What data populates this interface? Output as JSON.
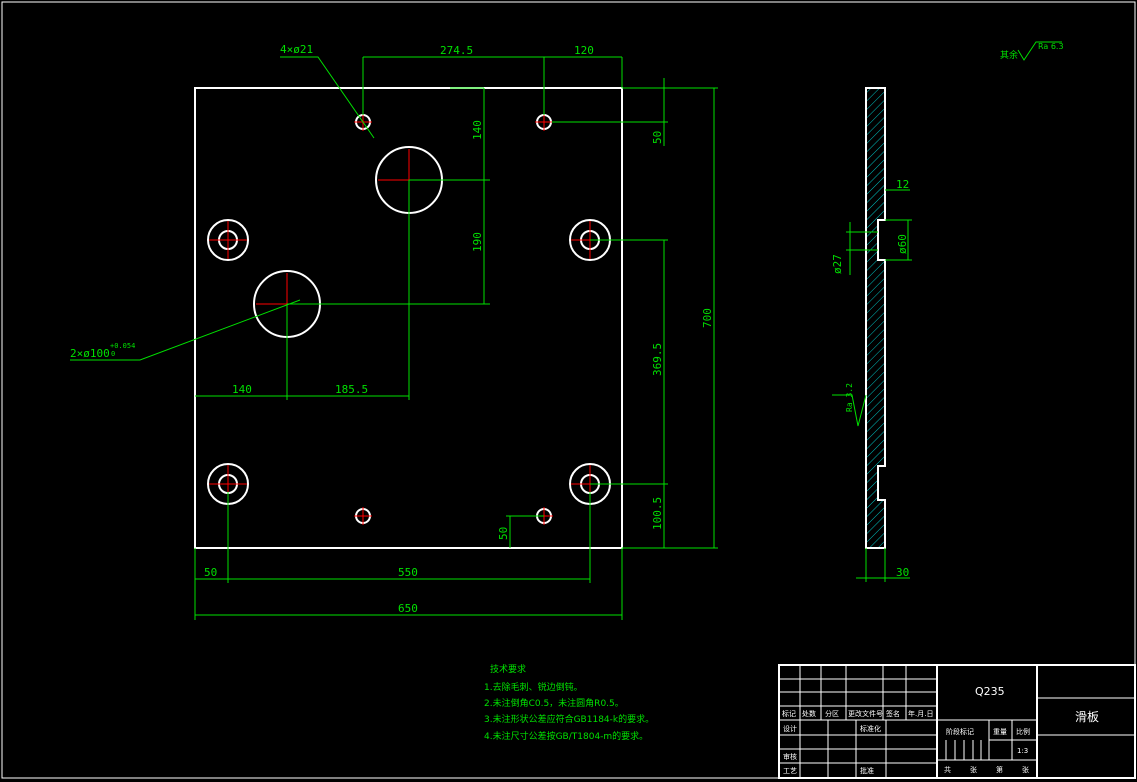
{
  "colors": {
    "background": "#000000",
    "outline": "#ffffff",
    "dimension": "#00e000",
    "center_mark": "#ff0000",
    "hatch": "#00c0c0"
  },
  "dimensions": {
    "hole_small_callout": "4×ø21",
    "hole_large_callout": "2×ø100",
    "hole_large_tol": "+0.054",
    "hole_large_tol_low": "0",
    "top_274_5": "274.5",
    "top_120": "120",
    "d_140_v": "140",
    "d_190": "190",
    "d_50_right": "50",
    "d_700": "700",
    "d_369_5": "369.5",
    "d_100_5": "100.5",
    "d_140_h": "140",
    "d_185_5": "185.5",
    "d_50_bottom_v": "50",
    "d_50_left": "50",
    "d_550": "550",
    "d_650": "650",
    "side_12": "12",
    "side_60": "ø60",
    "side_27": "ø27",
    "side_30": "30",
    "side_rough": "Ra 3.2"
  },
  "surface_note": {
    "prefix": "其余",
    "value": "Ra 6.3"
  },
  "tech_requirements": {
    "title": "技术要求",
    "items": [
      "1.去除毛刺、锐边倒钝。",
      "2.未注倒角C0.5，未注圆角R0.5。",
      "3.未注形状公差应符合GB1184-k的要求。",
      "4.未注尺寸公差按GB/T1804-m的要求。"
    ]
  },
  "title_block": {
    "material": "Q235",
    "part_name": "滑板",
    "scale_label": "比例",
    "scale_value": "1:3",
    "weight_label": "重量",
    "stage_label": "阶段标记",
    "row_labels": [
      "标记",
      "处数",
      "分区",
      "更改文件号",
      "签名",
      "年.月.日"
    ],
    "design_label": "设计",
    "standard_label": "标准化",
    "check_label": "审核",
    "process_label": "工艺",
    "approve_label": "批准",
    "sheet_text": [
      "共",
      "张",
      "第",
      "张"
    ]
  }
}
